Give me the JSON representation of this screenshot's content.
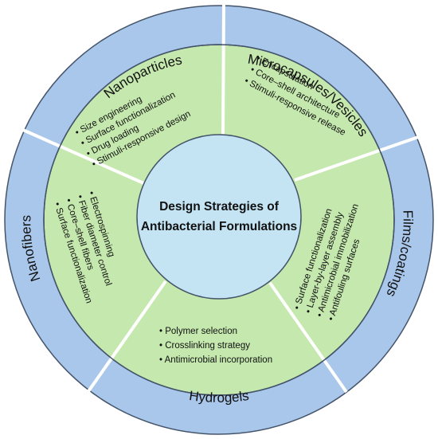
{
  "center": {
    "line1": "Design Strategies of",
    "line2": "Antibacterial Formulations"
  },
  "colors": {
    "outer_ring": "#a9c7ea",
    "inner_ring": "#c4e8ad",
    "center": "#c4e4f4",
    "stroke": "#44546a",
    "divider": "#ffffff"
  },
  "sectors": [
    {
      "title": "Nanoparticles",
      "items": [
        "Size engineering",
        "Surface functionalization",
        "Drug loading",
        "Stimuli-responsive design"
      ]
    },
    {
      "title": "Microcapsules/Vesicles",
      "items": [
        "Encapsulation",
        "Core–shell architecture",
        "Stimuli-responsive release"
      ]
    },
    {
      "title": "Films/coatings",
      "items": [
        "Surface functionalization",
        "Layer-by-layer assembly",
        "Antimicrobial immobilization",
        "Antifouling surfaces"
      ]
    },
    {
      "title": "Hydrogels",
      "items": [
        "Polymer selection",
        "Crosslinking strategy",
        "Antimicrobial incorporation"
      ]
    },
    {
      "title": "Nanofibers",
      "items": [
        "Electrospinning",
        "Fiber diameter control",
        "Core–shell fibers",
        "Surface functionalization"
      ]
    }
  ]
}
